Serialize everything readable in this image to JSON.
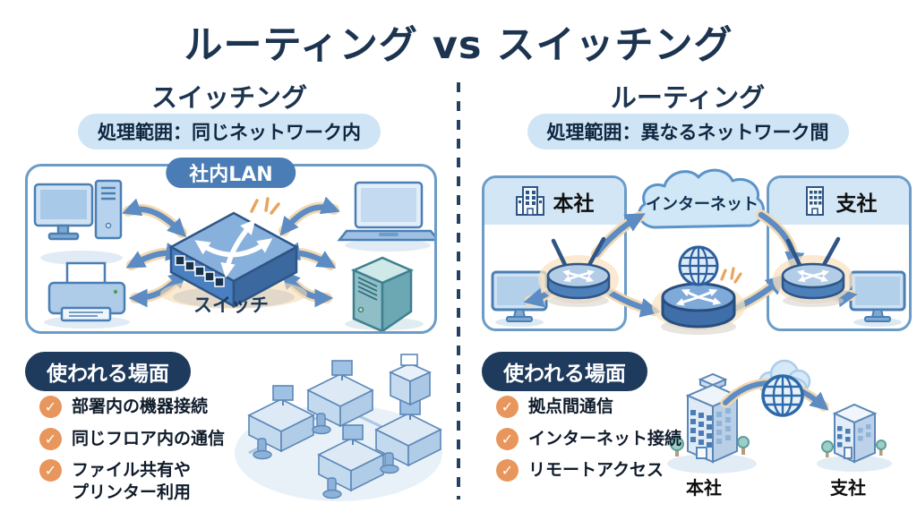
{
  "title": "ルーティング vs スイッチング",
  "glyphs": {
    "check": "✓"
  },
  "colors": {
    "title_navy": "#1c3450",
    "badge_bg": "#cfe4f4",
    "box_border": "#6b9cc8",
    "lan_pill_bg": "#4a7db5",
    "usage_pill_bg": "#1e3a5c",
    "check_orange": "#e8965c",
    "arrow_blue": "#5d8cc4",
    "arrow_glow": "#f4d9b2",
    "band_bg": "#d3e6f5"
  },
  "left": {
    "header": "スイッチング",
    "scope_badge": "処理範囲：同じネットワーク内",
    "lan_label": "社内LAN",
    "switch_label": "スイッチ",
    "usage_title": "使われる場面",
    "usage_items": [
      {
        "line1": "部署内の機器接続",
        "line2": ""
      },
      {
        "line1": "同じフロア内の通信",
        "line2": ""
      },
      {
        "line1": "ファイル共有や",
        "line2": "プリンター利用"
      }
    ]
  },
  "right": {
    "header": "ルーティング",
    "scope_badge": "処理範囲：異なるネットワーク間",
    "hq_label": "本社",
    "branch_label": "支社",
    "internet_label": "インターネット",
    "usage_title": "使われる場面",
    "usage_items": [
      {
        "line1": "拠点間通信"
      },
      {
        "line1": "インターネット接続"
      },
      {
        "line1": "リモートアクセス"
      }
    ],
    "footer_hq_label": "本社",
    "footer_branch_label": "支社"
  }
}
